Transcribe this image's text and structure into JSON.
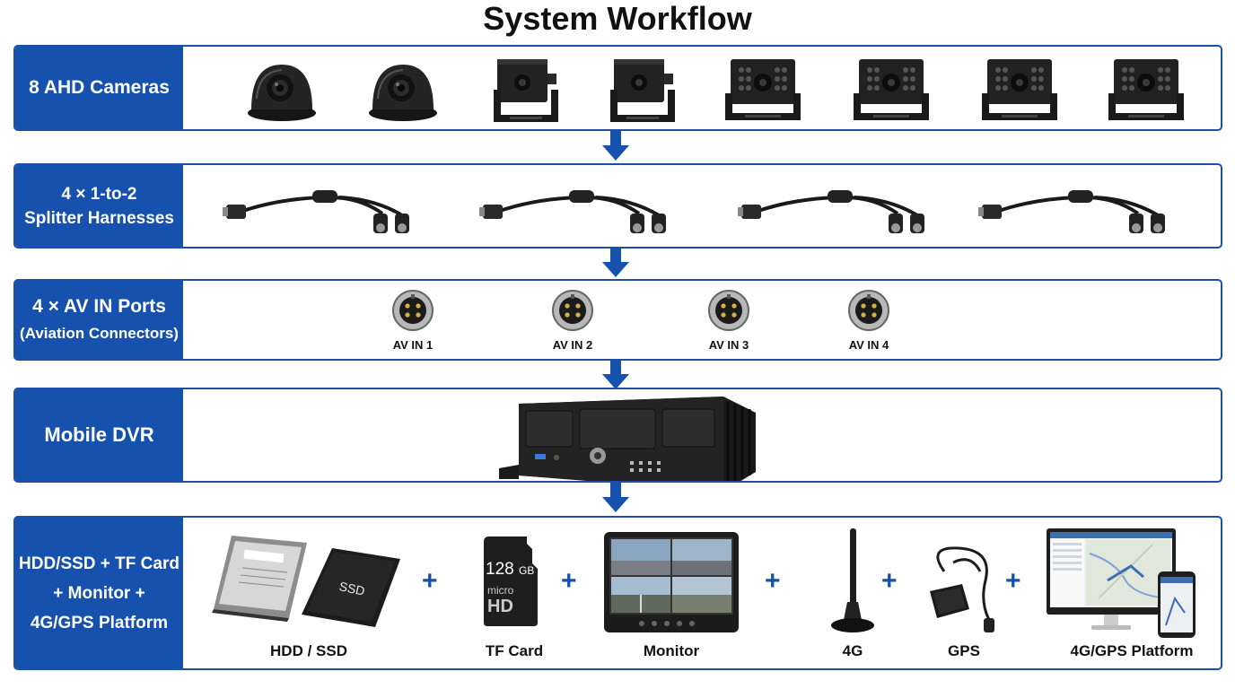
{
  "title": "System Workflow",
  "colors": {
    "accent": "#1651ad",
    "border": "#1b4fa8",
    "device": "#1c1c1c"
  },
  "rows": {
    "cameras": {
      "label": "8 AHD Cameras",
      "icons": [
        "dome-camera",
        "dome-camera",
        "box-camera",
        "box-camera",
        "ir-camera",
        "ir-camera",
        "ir-camera",
        "ir-camera"
      ]
    },
    "splitters": {
      "label_line1": "4 × 1-to-2",
      "label_line2": "Splitter Harnesses"
    },
    "ports": {
      "label_line1": "4 × AV IN Ports",
      "label_line2": "(Aviation Connectors)",
      "items": [
        "AV IN 1",
        "AV IN 2",
        "AV IN 3",
        "AV IN 4"
      ]
    },
    "dvr": {
      "label": "Mobile DVR"
    },
    "outputs": {
      "label_line1": "HDD/SSD + TF Card",
      "label_line2": "+ Monitor +",
      "label_line3": "4G/GPS Platform",
      "items": [
        "HDD / SSD",
        "TF Card",
        "Monitor",
        "4G",
        "GPS",
        "4G/GPS Platform"
      ],
      "ssd_text": "SSD",
      "card_capacity": "128",
      "card_unit": "GB",
      "card_brand_line1": "micro",
      "card_brand_line2": "HD",
      "plus_sign": "+"
    }
  }
}
